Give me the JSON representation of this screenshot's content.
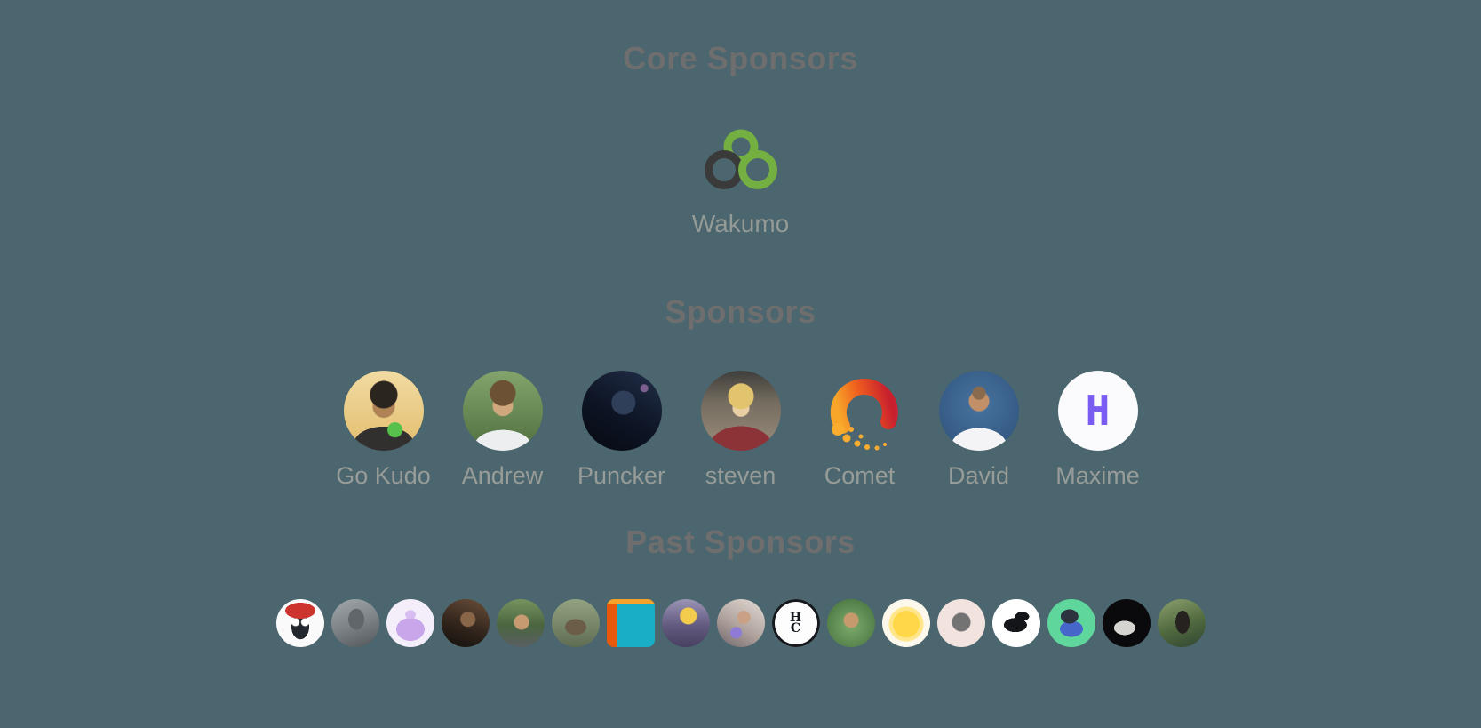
{
  "page": {
    "background_color": "#4b666e",
    "heading_color": "#6e6e6e",
    "name_color": "#979c98"
  },
  "sections": {
    "core": {
      "title": "Core Sponsors",
      "items": [
        {
          "name": "Wakumo",
          "logo": "wakumo-knot-logo",
          "logo_dark": "#3a3a3a",
          "logo_green": "#74b041"
        }
      ]
    },
    "sponsors": {
      "title": "Sponsors",
      "items": [
        {
          "name": "Go Kudo",
          "avatar": "photo-young-man-yellow-background",
          "avatar_style": "background-image:radial-gradient(circle 16px at 50% 30%,#2b2520 0 15px,rgba(0,0,0,0) 16px),radial-gradient(circle 13px at 50% 45%,#b08356 0 12px,rgba(0,0,0,0) 13px),radial-gradient(circle 9px at 64% 74%,#57c14b 0 8px,rgba(0,0,0,0) 9px),radial-gradient(ellipse 34px 20px at 50% 92%,#31302e 0 99%,rgba(0,0,0,0) 100%),linear-gradient(180deg,#f1dba2 0%,#e3bd6e 100%)"
        },
        {
          "name": "Andrew",
          "avatar": "photo-man-glasses-green-background",
          "avatar_style": "background-image:radial-gradient(circle 15px at 50% 28%,#6d5135 0 14px,rgba(0,0,0,0) 15px),radial-gradient(circle 12px at 50% 44%,#cfa87e 0 11px,rgba(0,0,0,0) 12px),radial-gradient(ellipse 32px 18px at 50% 94%,#eceef0 0 99%,rgba(0,0,0,0) 100%),linear-gradient(180deg,#83a56c 0%,#50703f 100%)"
        },
        {
          "name": "Puncker",
          "avatar": "photo-dark-helmeted-figure",
          "avatar_style": "background-image:radial-gradient(circle 14px at 52% 40%,#2f3f5a 0 13px,rgba(0,0,0,0) 14px),radial-gradient(circle 5px at 78% 22%,#7c5f8f 0 4px,rgba(0,0,0,0) 5px),linear-gradient(210deg,#22304a 0%,#0d1424 55%,#060910 100%)"
        },
        {
          "name": "steven",
          "avatar": "anime-blonde-character-red-coat",
          "avatar_style": "background-image:radial-gradient(circle 15px at 50% 32%,#e2c46e 0 14px,rgba(0,0,0,0) 15px),radial-gradient(circle 10px at 50% 47%,#e9cfa4 0 9px,rgba(0,0,0,0) 10px),radial-gradient(ellipse 36px 24px at 50% 96%,#8c3338 0 99%,rgba(0,0,0,0) 100%),linear-gradient(180deg,#3f3e3b 0%,#756d60 40%,#9b8d7c 100%)"
        },
        {
          "name": "Comet",
          "avatar": "comet-arc-logo",
          "logo_stops": [
            "#f7a62a",
            "#ef5f1e",
            "#c9202e"
          ],
          "dot_color": "#f9ac2e"
        },
        {
          "name": "David",
          "avatar": "photo-bearded-man-blue-background",
          "avatar_style": "background-image:radial-gradient(circle 8px at 50% 28%,#8a6a4d 0 7px,rgba(0,0,0,0) 8px),radial-gradient(circle 12px at 50% 38%,#c19069 0 11px,rgba(0,0,0,0) 12px),radial-gradient(ellipse 32px 22px at 50% 96%,#f4f4f6 0 99%,rgba(0,0,0,0) 100%),radial-gradient(circle at 50% 42%,#47749f 0%,#2e507a 100%)"
        },
        {
          "name": "Maxime",
          "avatar": "purple-pixel-h-logo",
          "avatar_style": "background-color:#fbfbfe",
          "glyph": "H",
          "glyph_style": "font-family:'DejaVu Sans Mono',monospace;font-weight:700;font-size:46px;color:#7a5cf0"
        }
      ]
    },
    "past": {
      "title": "Past Sponsors",
      "items": [
        {
          "avatar": "cartoon-skeleton-mascot-red-hat",
          "avatar_style": "background-image:radial-gradient(ellipse 17px 9px at 50% 24%,#cd342e 0 99%,rgba(0,0,0,0) 100%),radial-gradient(circle 5px at 40% 48%,#ffffff 0 4px,rgba(0,0,0,0) 5px),radial-gradient(circle 5px at 60% 48%,#ffffff 0 4px,rgba(0,0,0,0) 5px),radial-gradient(ellipse 10px 14px at 50% 58%,#23272e 0 99%,rgba(0,0,0,0) 100%),linear-gradient(#fafafa,#fafafa)"
        },
        {
          "avatar": "photo-gray-cat",
          "avatar_style": "background-image:radial-gradient(ellipse 9px 12px at 52% 42%,#606669 0 99%,rgba(0,0,0,0) 100%),linear-gradient(160deg,#a3a8ab 0%,#7d8387 50%,#515759 100%)"
        },
        {
          "avatar": "lavender-mug-icon",
          "avatar_style": "background-image:radial-gradient(ellipse 6px 5px at 50% 32%,#d8bdf2 0 99%,rgba(0,0,0,0) 100%),radial-gradient(ellipse 16px 13px at 50% 63%,#c9a5ea 0 99%,rgba(0,0,0,0) 100%),linear-gradient(#f4eefb,#f4eefb)"
        },
        {
          "avatar": "photo-man-dark-warm-tones",
          "avatar_style": "background-image:radial-gradient(circle 9px at 55% 42%,#8a6648 0 8px,rgba(0,0,0,0) 9px),linear-gradient(200deg,#6b4f39 0%,#33261d 55%,#120e0b 100%)"
        },
        {
          "avatar": "photo-smiling-man-foliage",
          "avatar_style": "background-image:radial-gradient(circle 9px at 52% 48%,#c79b72 0 8px,rgba(0,0,0,0) 9px),linear-gradient(180deg,#77935f 0%,#4a6540 55%,#5a5f63 100%)"
        },
        {
          "avatar": "photo-moose-forest",
          "avatar_style": "background-image:radial-gradient(ellipse 12px 9px at 50% 58%,#6b5d48 0 99%,rgba(0,0,0,0) 100%),linear-gradient(180deg,#93a380 0%,#5f6d53 100%)"
        },
        {
          "avatar": "teal-book-orange-spine-icon",
          "avatar_style": "border-radius:8px;background-image:linear-gradient(180deg,#f5a32a 0 6px,rgba(0,0,0,0) 6px),linear-gradient(90deg,#e8590c 0 11px,#18aec6 11px)"
        },
        {
          "avatar": "cartoon-character-purple-suit",
          "avatar_style": "background-image:radial-gradient(circle 10px at 55% 35%,#f3cb4d 0 9px,rgba(0,0,0,0) 10px),linear-gradient(180deg,#9b94b5 0%,#635a80 55%,#474060 100%)"
        },
        {
          "avatar": "photo-woman-peace-sign-card",
          "avatar_style": "background-image:radial-gradient(circle 7px at 40% 70%,#8d7bd6 0 6px,rgba(0,0,0,0) 7px),radial-gradient(circle 8px at 56% 38%,#caa184 0 7px,rgba(0,0,0,0) 8px),linear-gradient(210deg,#e3dcd6 0%,#b1a49e 55%,#6f646a 100%)"
        },
        {
          "avatar": "hc-monogram-ring-logo",
          "avatar_style": "background-color:#fdfdfd;box-shadow:inset 0 0 0 3px #15181d",
          "glyph": "H\nC",
          "glyph_style": "font-family:'DejaVu Serif',serif;font-weight:700;font-size:14px;line-height:12px;color:#15181d;white-space:pre-line;text-align:center"
        },
        {
          "avatar": "photo-bearded-man-green-background",
          "avatar_style": "background-image:radial-gradient(circle 9px at 50% 44%,#c79a6e 0 8px,rgba(0,0,0,0) 9px),radial-gradient(circle at 50% 55%,#7dab6b 0%,#507c47 75%)"
        },
        {
          "avatar": "cartoon-smiling-sun",
          "avatar_style": "background-image:radial-gradient(circle at 50% 52%,#ffd84a 0 15px,#ffe68a 15px 19px,#fdf8ec 20px)"
        },
        {
          "avatar": "bw-photo-man-glasses-pink-background",
          "avatar_style": "background-image:radial-gradient(circle 11px at 50% 48%,#737373 0 10px,rgba(0,0,0,0) 11px),linear-gradient(#f2e3df,#f2e3df)"
        },
        {
          "avatar": "black-pegasus-silhouette",
          "avatar_style": "background-image:radial-gradient(ellipse 13px 8px at 48% 54%,#131519 0 99%,rgba(0,0,0,0) 100%),radial-gradient(ellipse 8px 5px at 62% 36%,#131519 0 99%,rgba(0,0,0,0) 100%),linear-gradient(#ffffff,#ffffff)"
        },
        {
          "avatar": "illustration-person-laptop-green",
          "avatar_style": "background-image:radial-gradient(ellipse 10px 8px at 46% 36%,#2c3440 0 99%,rgba(0,0,0,0) 100%),radial-gradient(ellipse 13px 9px at 50% 62%,#4667c9 0 99%,rgba(0,0,0,0) 100%),linear-gradient(#5fd79c,#5fd79c)"
        },
        {
          "avatar": "white-figure-on-black",
          "avatar_style": "background-image:radial-gradient(ellipse 12px 8px at 46% 60%,#d6d4d0 0 99%,rgba(0,0,0,0) 100%),linear-gradient(#0a0a0c,#0a0a0c)"
        },
        {
          "avatar": "photo-long-haired-person-green",
          "avatar_style": "background-image:radial-gradient(ellipse 8px 13px at 52% 48%,#262220 0 99%,rgba(0,0,0,0) 100%),linear-gradient(160deg,#8ba06e 0%,#51693f 55%,#2f4531 100%)"
        }
      ]
    }
  }
}
